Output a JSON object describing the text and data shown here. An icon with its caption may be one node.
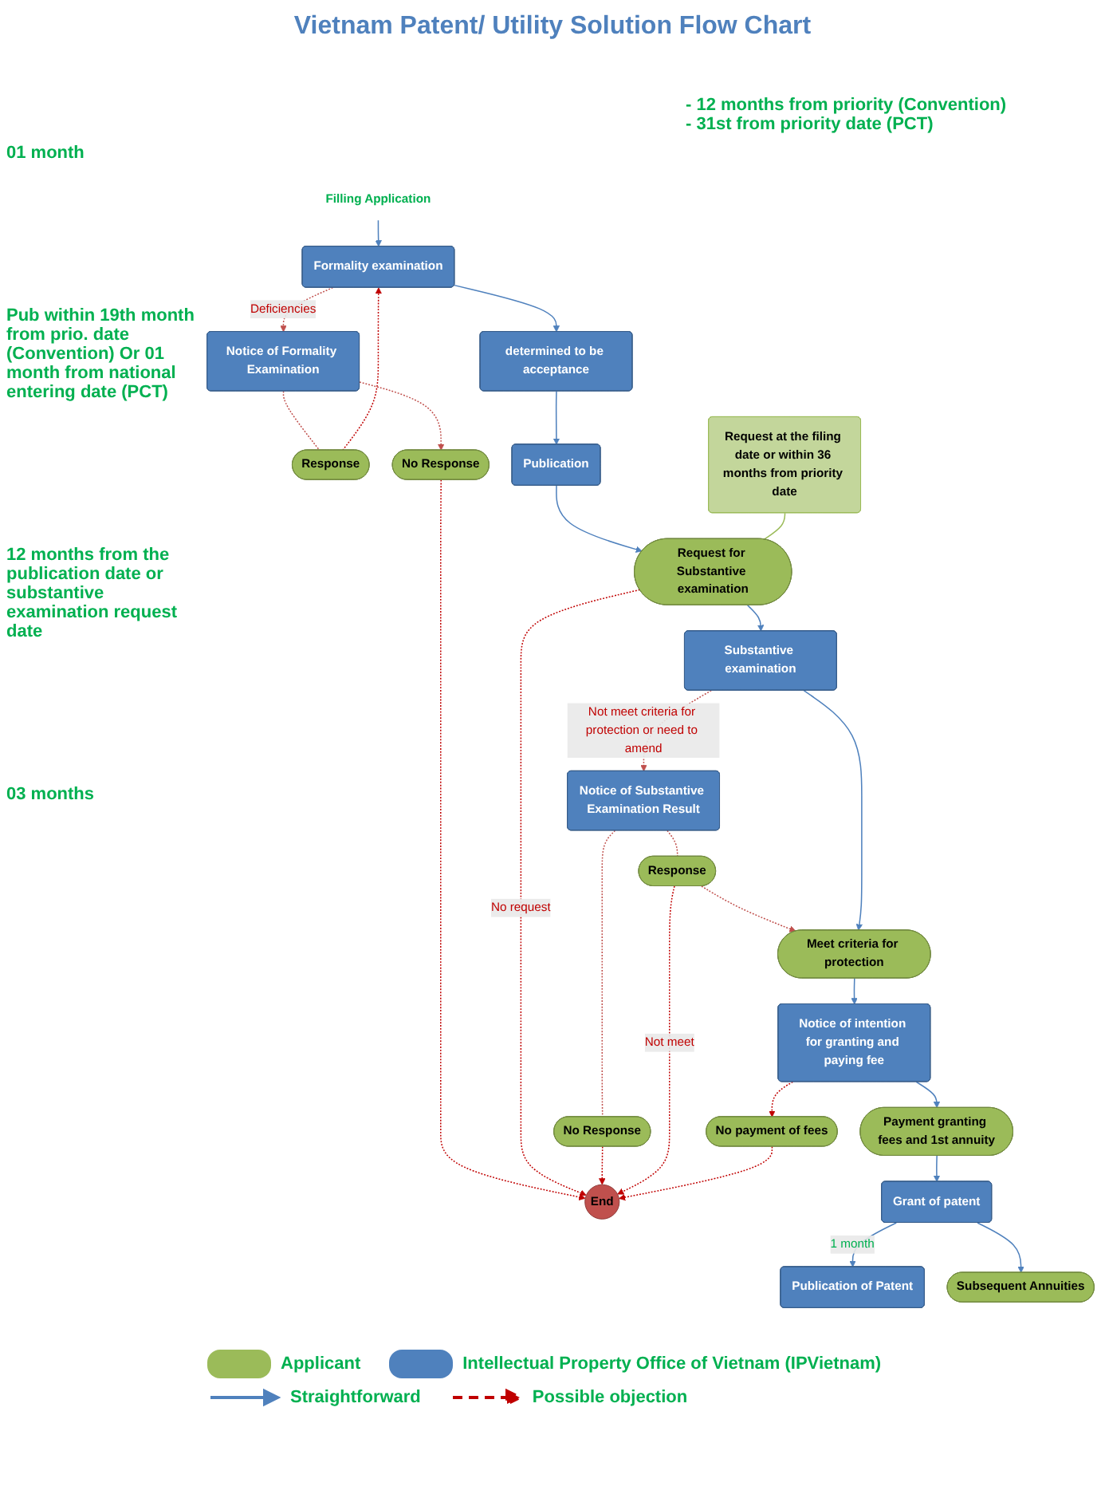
{
  "diagram": {
    "title": "Vietnam Patent/ Utility Solution Flow Chart",
    "nodes": [
      {
        "text": [
          "Filling Application"
        ]
      },
      {
        "text": [
          "Response"
        ]
      },
      {
        "text": [
          "Formality examination"
        ]
      },
      {
        "text": [
          "Notice of Formality Examination"
        ]
      },
      {
        "text": [
          "No Response"
        ]
      },
      {
        "text": [
          "determined to be acceptance"
        ]
      },
      {
        "text": [
          "Publication"
        ]
      },
      {
        "text": [
          "Request at the filing date or within 36 months from priority date"
        ]
      },
      {
        "text": [
          "Request for Substantive examination"
        ]
      },
      {
        "text": [
          "End"
        ]
      },
      {
        "text": [
          "Substantive examination"
        ]
      },
      {
        "text": [
          "Notice of Substantive Examination Result"
        ]
      },
      {
        "text": [
          "No Response"
        ]
      },
      {
        "text": [
          "Meet criteria for protection"
        ]
      },
      {
        "text": [
          "Response"
        ]
      },
      {
        "text": [
          "Notice of intention for granting and paying fee"
        ]
      },
      {
        "text": [
          "No payment of fees"
        ]
      },
      {
        "text": [
          "Payment granting fees and 1st annuity"
        ]
      },
      {
        "text": [
          "Grant of patent"
        ]
      },
      {
        "text": [
          "Publication of Patent"
        ]
      },
      {
        "text": [
          "Subsequent Annuities"
        ]
      }
    ],
    "edges": [
      {
        "from": 0,
        "to": 2,
        "arrow": "to"
      },
      {
        "from": 3,
        "to": 1,
        "arrow": "none",
        "style": "dashed",
        "color": "#c0504d"
      },
      {
        "from": 1,
        "to": 2,
        "arrow": "to",
        "style": "dashed",
        "color": "#c00000"
      },
      {
        "from": 2,
        "to": 3,
        "arrow": "to",
        "label": "Deficiencies",
        "style": "dashed",
        "color": "#c0504d"
      },
      {
        "from": 3,
        "to": 4,
        "arrow": "to",
        "style": "dashed",
        "color": "#c0504d"
      },
      {
        "from": 4,
        "to": 9,
        "arrow": "to",
        "style": "dashed",
        "color": "#c00000"
      },
      {
        "from": 2,
        "to": 5,
        "arrow": "to"
      },
      {
        "from": 5,
        "to": 6,
        "arrow": "to"
      },
      {
        "from": 6,
        "to": 8,
        "arrow": "to"
      },
      {
        "from": 7,
        "to": 8,
        "arrow": "none",
        "color": "#9bbb59"
      },
      {
        "from": 8,
        "to": 9,
        "arrow": "to",
        "label": "No request",
        "style": "dashed",
        "color": "#c00000"
      },
      {
        "from": 8,
        "to": 10,
        "arrow": "to"
      },
      {
        "from": 10,
        "to": 11,
        "arrow": "to",
        "label": "Not meet criteria for protection or need to amend",
        "style": "dashed",
        "color": "#c0504d"
      },
      {
        "from": 11,
        "to": 12,
        "arrow": "none",
        "style": "dashed",
        "color": "#c0504d"
      },
      {
        "from": 12,
        "to": 9,
        "arrow": "to",
        "style": "dashed",
        "color": "#c00000"
      },
      {
        "from": 11,
        "to": 14,
        "arrow": "none",
        "style": "dashed",
        "color": "#c0504d"
      },
      {
        "from": 14,
        "to": 13,
        "arrow": "to",
        "style": "dashed",
        "color": "#c0504d"
      },
      {
        "from": 14,
        "to": 9,
        "arrow": "to",
        "label": "Not meet",
        "style": "dashed",
        "color": "#c00000"
      },
      {
        "from": 10,
        "to": 13,
        "arrow": "to"
      },
      {
        "from": 13,
        "to": 15,
        "arrow": "to"
      },
      {
        "from": 15,
        "to": 16,
        "arrow": "to",
        "style": "dashed",
        "color": "#c00000"
      },
      {
        "from": 16,
        "to": 9,
        "arrow": "to",
        "style": "dashed",
        "color": "#c00000"
      },
      {
        "from": 15,
        "to": 17,
        "arrow": "to"
      },
      {
        "from": 17,
        "to": 18,
        "arrow": "to"
      },
      {
        "from": 18,
        "to": 19,
        "arrow": "to",
        "label": "1 month"
      },
      {
        "from": 18,
        "to": 20,
        "arrow": "to"
      }
    ],
    "labels": [
      "- 12 months from priority (Convention)",
      "- 31st from priority date (PCT)",
      "01 month",
      "Pub within 19th month from prio. date (Convention) Or 01 month from national entering date (PCT)",
      "12 months from the publication date or substantive examination request date",
      "03 months"
    ],
    "legend": [
      {
        "text": "Applicant",
        "color": "#9bbb59"
      },
      {
        "text": "Intellectual Property Office of Vietnam (IPVietnam)",
        "color": "#4f81bd"
      },
      {
        "text": "Straightforward"
      },
      {
        "text": "Possible objection"
      }
    ]
  }
}
